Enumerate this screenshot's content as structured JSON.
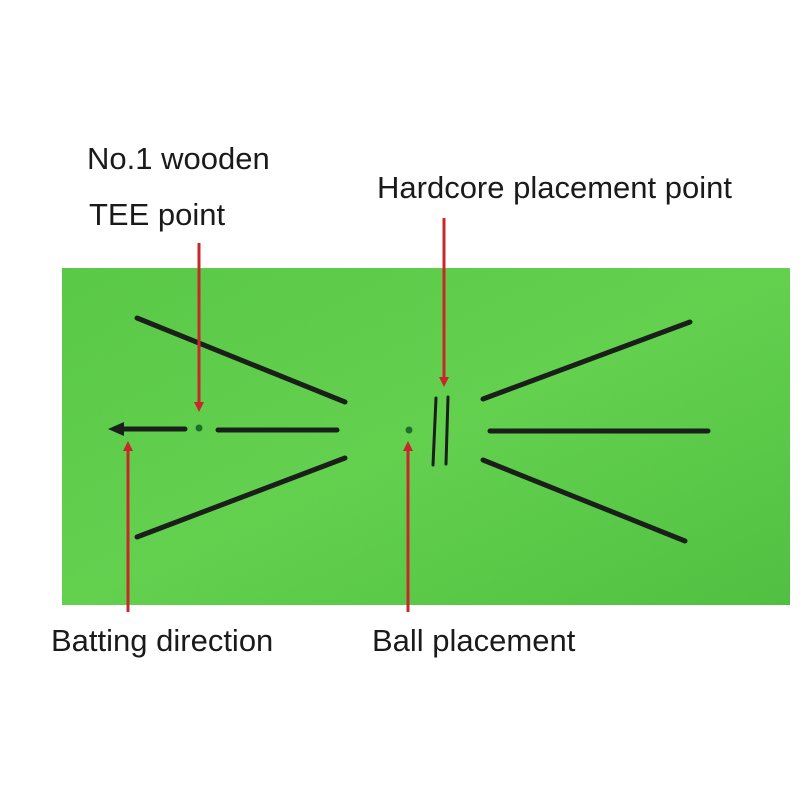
{
  "labels": {
    "tee_line1": "No.1 wooden",
    "tee_line2": "TEE point",
    "hardcore": "Hardcore placement point",
    "batting": "Batting direction",
    "ball": "Ball placement"
  },
  "colors": {
    "mat_light": "#5cd24a",
    "mat_dark": "#3fae34",
    "line": "#1a1f1a",
    "arrow": "#c8282a",
    "dot": "#1e6f2a"
  }
}
